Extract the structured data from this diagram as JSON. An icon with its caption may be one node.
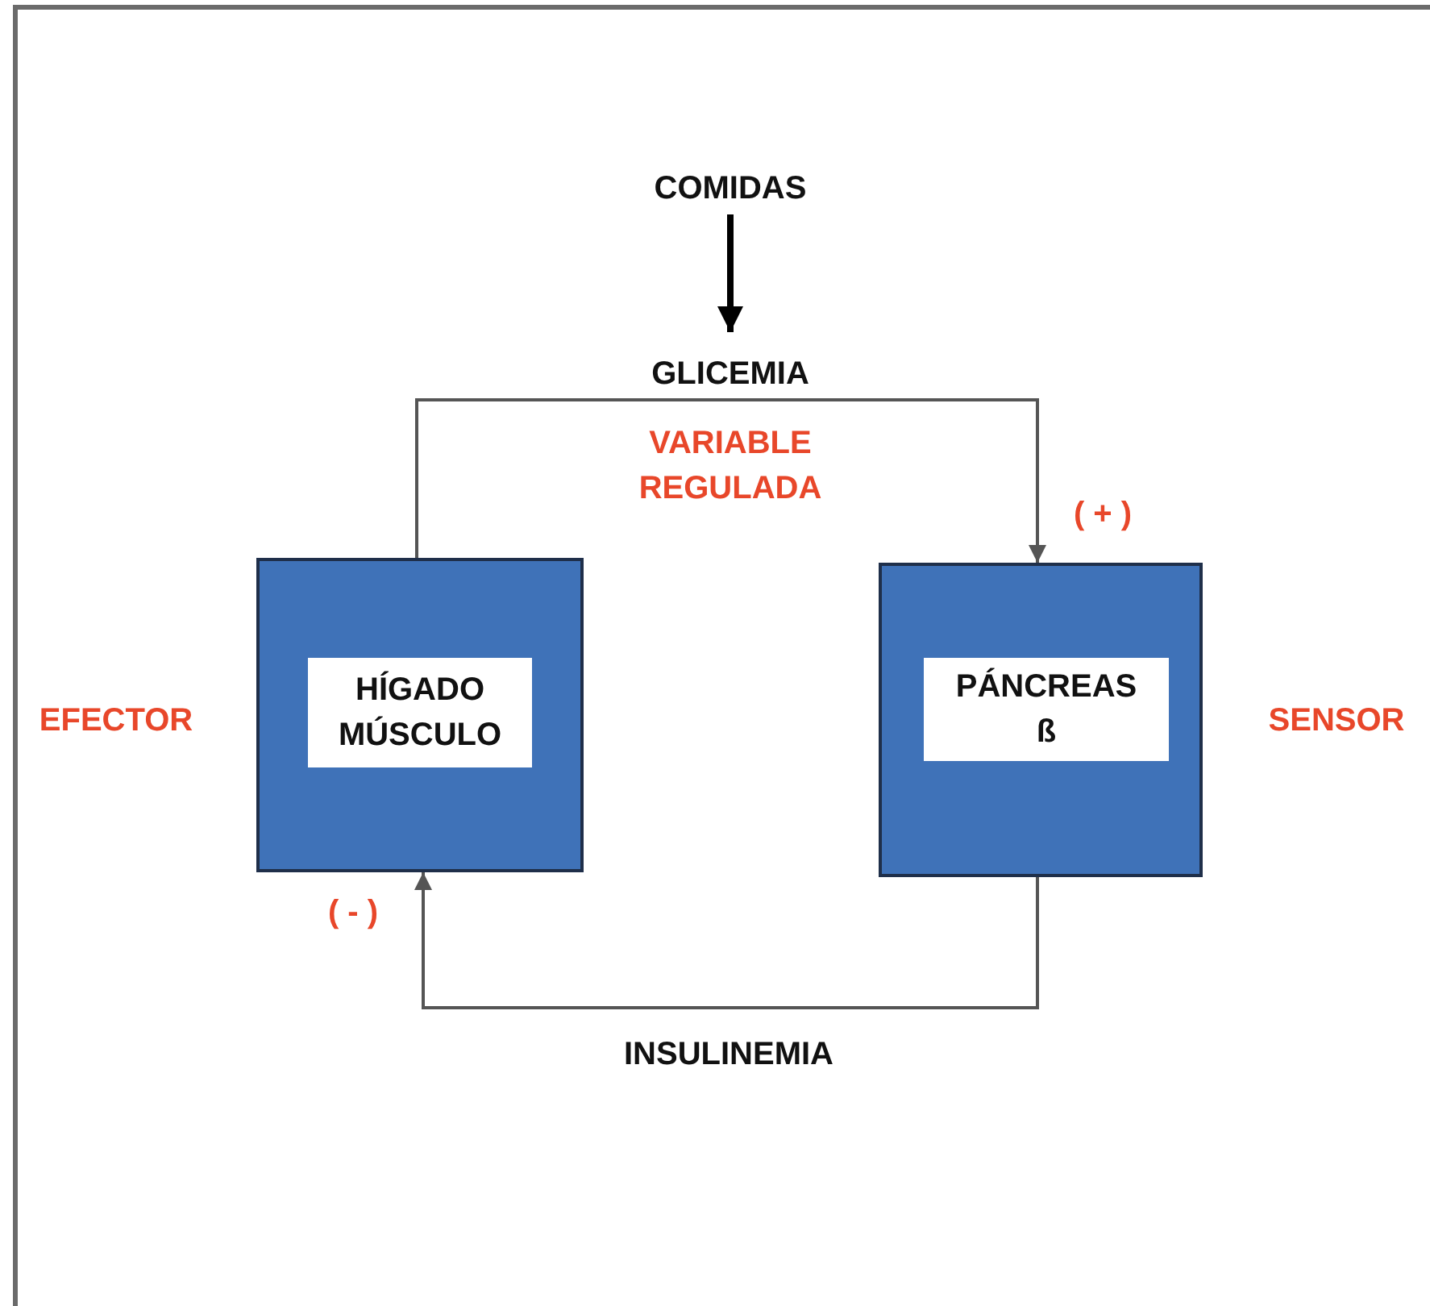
{
  "diagram": {
    "nodes": [
      {
        "text": [
          "COMIDAS"
        ]
      },
      {
        "text": [
          "GLICEMIA"
        ]
      },
      {
        "text": [],
        "shape": "box"
      },
      {
        "text": [
          "HÍGADO MÚSCULO"
        ],
        "in": 2
      },
      {
        "text": [],
        "shape": "box"
      },
      {
        "text": [
          "PÁNCREAS ß"
        ],
        "in": 4
      }
    ],
    "edges": [
      {
        "from": 0,
        "to": 1,
        "arrow": "to",
        "style": "thick",
        "color": "#000000"
      },
      {
        "from": 2,
        "to": 4,
        "arrow": "to"
      },
      {
        "from": 4,
        "to": 2,
        "arrow": "to",
        "label": "INSULINEMIA"
      }
    ],
    "labels": [
      "VARIABLE REGULADA",
      "( + )",
      "( - )",
      "EFECTOR",
      "SENSOR"
    ]
  }
}
